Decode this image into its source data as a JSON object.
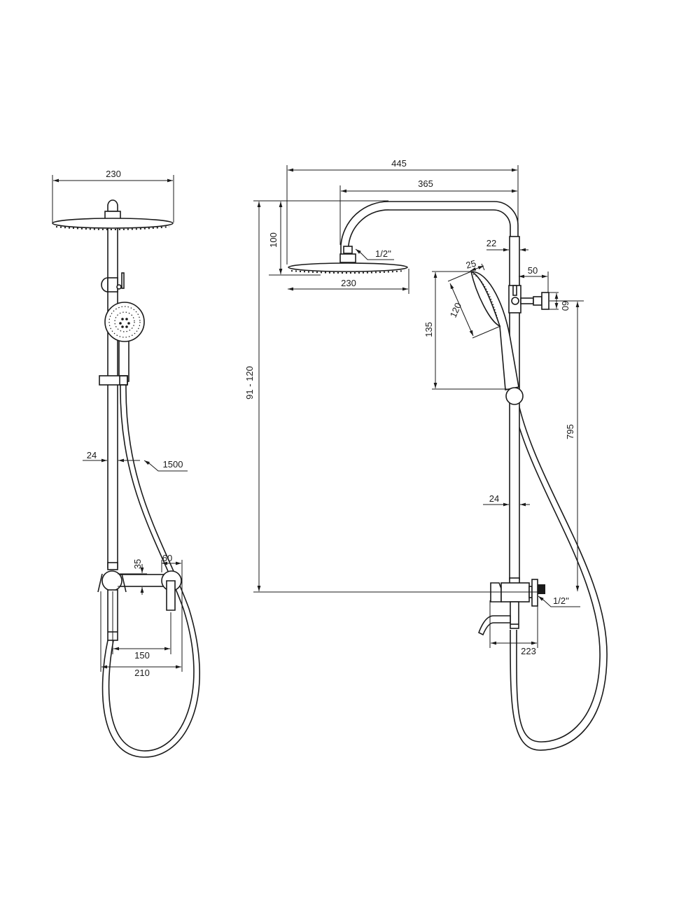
{
  "front_view": {
    "head_width": "230",
    "pipe_diameter": "24",
    "hose_length": "1500",
    "mixer_height": "35",
    "mixer_offset": "60",
    "center_distance": "150",
    "mixer_width": "210"
  },
  "side_view": {
    "total_reach": "445",
    "arm_reach": "365",
    "head_thread": "1/2''",
    "head_height": "100",
    "head_width": "230",
    "pipe_offset": "22",
    "hand_shower_width": "25",
    "hand_shower_face": "120",
    "hand_shower_height": "135",
    "bracket_depth": "50",
    "bracket_height": "60",
    "height_range": "91 - 120",
    "bracket_to_mixer": "795",
    "pipe_diameter": "24",
    "inlet_thread": "1/2''",
    "spout_reach": "223"
  }
}
